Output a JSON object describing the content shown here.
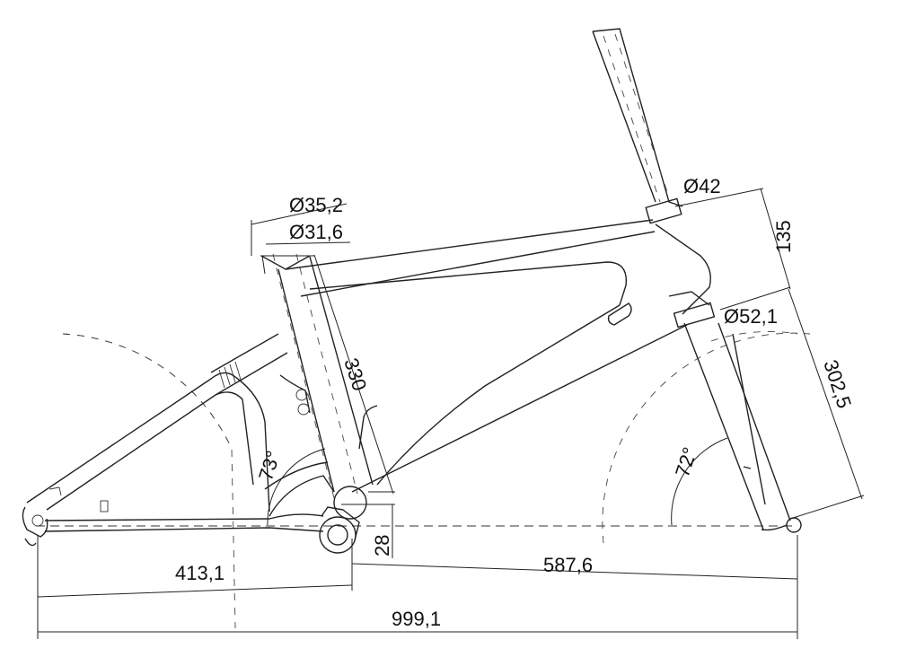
{
  "dimensions": {
    "seatpost_outer": "Ø35,2",
    "seatpost_inner": "Ø31,6",
    "headtube_top": "Ø42",
    "headtube_bottom": "Ø52,1",
    "headtube_length": "135",
    "fork_length": "302,5",
    "seat_tube": "330",
    "seat_angle": "73°",
    "head_angle": "72°",
    "bb_drop": "28",
    "chainstay": "413,1",
    "front_center": "587,6",
    "wheelbase": "999,1"
  }
}
